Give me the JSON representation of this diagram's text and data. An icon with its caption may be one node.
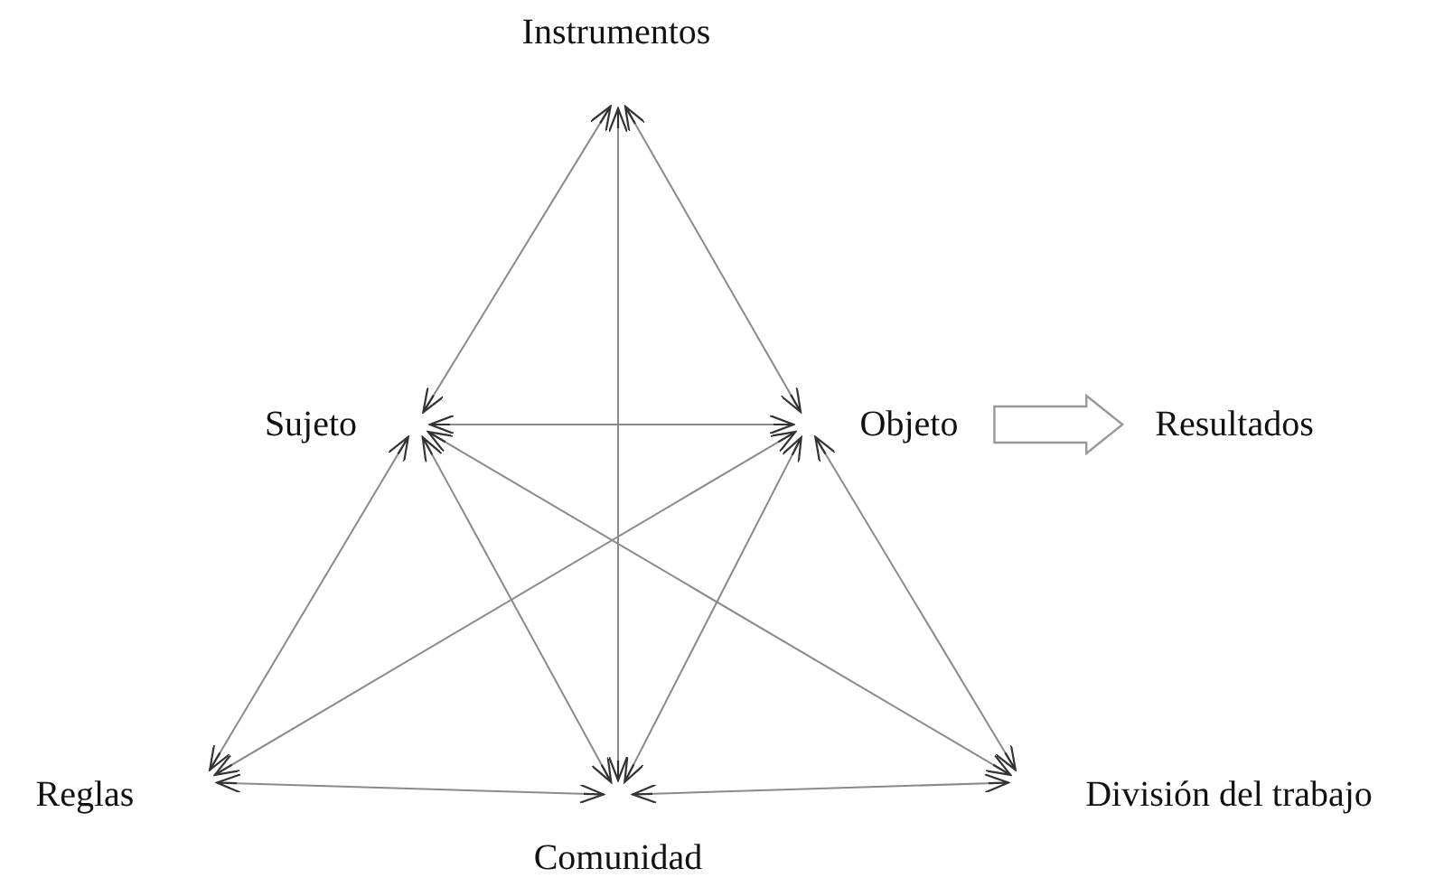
{
  "diagram": {
    "nodes": [
      {
        "text": [
          "Instrumentos"
        ]
      },
      {
        "text": [
          "Sujeto"
        ]
      },
      {
        "text": [
          "Objeto"
        ]
      },
      {
        "text": [
          "Resultados"
        ]
      },
      {
        "text": [
          "Reglas"
        ]
      },
      {
        "text": [
          "Comunidad"
        ]
      },
      {
        "text": [
          "División del trabajo"
        ]
      }
    ],
    "edges": [
      {
        "from": 0,
        "to": 1,
        "arrow": "both"
      },
      {
        "from": 0,
        "to": 2,
        "arrow": "both"
      },
      {
        "from": 0,
        "to": 5,
        "arrow": "both"
      },
      {
        "from": 1,
        "to": 2,
        "arrow": "both"
      },
      {
        "from": 1,
        "to": 4,
        "arrow": "both"
      },
      {
        "from": 1,
        "to": 5,
        "arrow": "both"
      },
      {
        "from": 1,
        "to": 6,
        "arrow": "both"
      },
      {
        "from": 2,
        "to": 4,
        "arrow": "both"
      },
      {
        "from": 2,
        "to": 5,
        "arrow": "both"
      },
      {
        "from": 2,
        "to": 6,
        "arrow": "both"
      },
      {
        "from": 4,
        "to": 5,
        "arrow": "both"
      },
      {
        "from": 5,
        "to": 6,
        "arrow": "both"
      },
      {
        "from": 2,
        "to": 3,
        "arrow": "to",
        "style": "thick"
      }
    ]
  }
}
